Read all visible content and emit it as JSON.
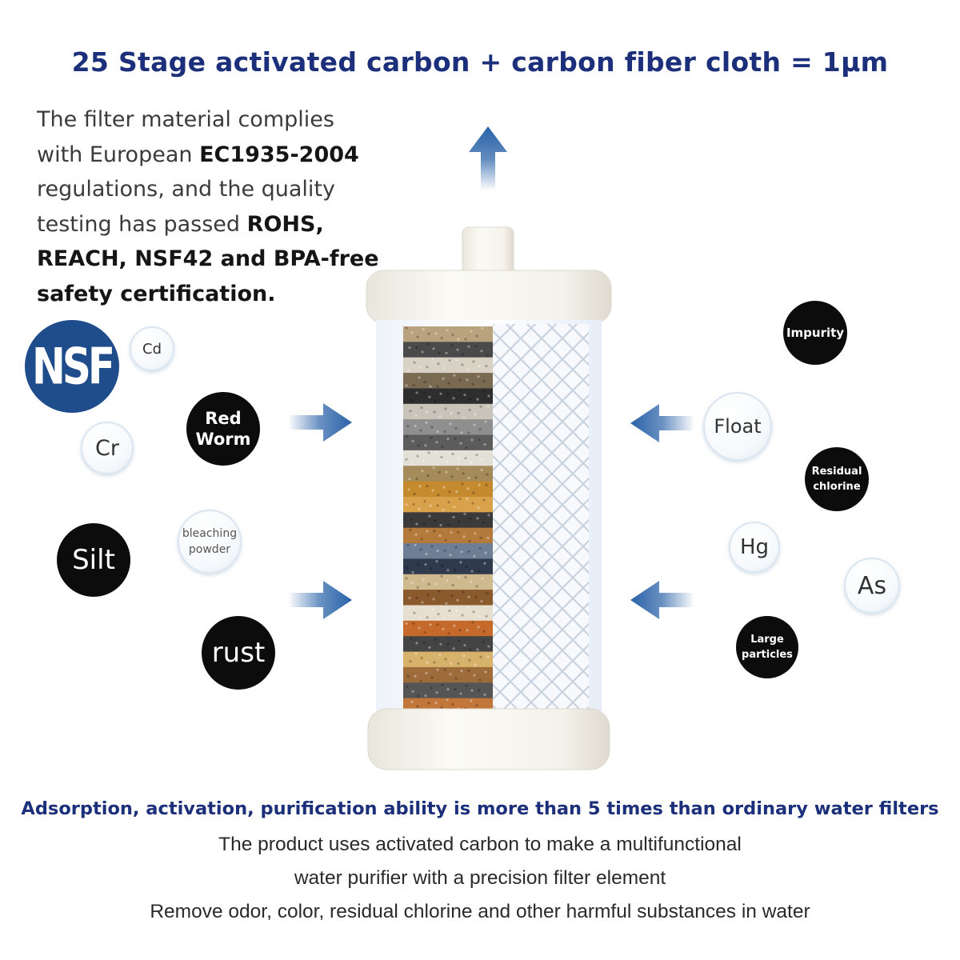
{
  "headline": "25 Stage activated carbon + carbon fiber cloth = 1μm",
  "intro": {
    "p1": "The filter material complies with European ",
    "b1": "EC1935-2004",
    "p2": " regulations, and the quality testing has passed ",
    "b2": "ROHS, REACH, NSF42 and BPA-free safety certification."
  },
  "logo": {
    "text": "NSF",
    "color": "#1f4d8c"
  },
  "contaminants_left": {
    "cd": "Cd",
    "red_worm_line1": "Red",
    "red_worm_line2": "Worm",
    "cr": "Cr",
    "silt": "Silt",
    "bleaching_line1": "bleaching",
    "bleaching_line2": "powder",
    "rust": "rust"
  },
  "contaminants_right": {
    "impurity": "Impurity",
    "float": "Float",
    "residual_line1": "Residual",
    "residual_line2": "chlorine",
    "hg": "Hg",
    "as": "As",
    "large_line1": "Large",
    "large_line2": "particles"
  },
  "tagline": "Adsorption, activation, purification ability is more than 5 times than ordinary water filters",
  "description": [
    "The product uses activated carbon to make a multifunctional",
    "water purifier with a precision filter element",
    "Remove odor, color, residual chlorine and other harmful substances in water"
  ],
  "colors": {
    "heading_blue": "#1c2f7a",
    "arrow_blue": "#2a62a8",
    "dark_bubble": "#0c0c0c"
  },
  "icons": [
    "up-arrow-icon",
    "right-arrow-icon",
    "left-arrow-icon"
  ]
}
